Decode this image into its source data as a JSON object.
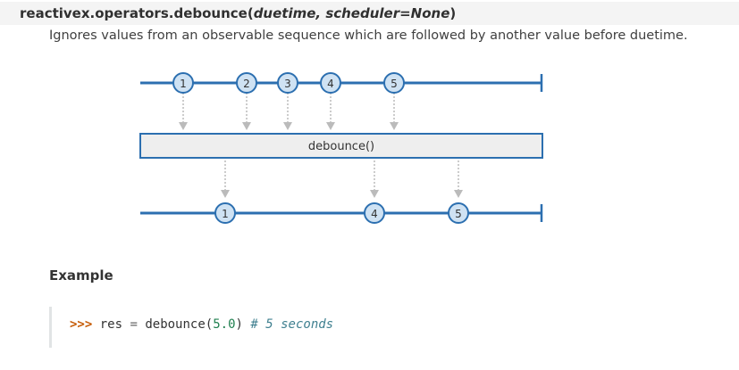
{
  "header": {
    "signature_name": "reactivex.operators.debounce(",
    "signature_params": "duetime, scheduler=None",
    "signature_close": ")"
  },
  "description": "Ignores values from an observable sequence which are followed by another value before duetime.",
  "diagram": {
    "operator_label": "debounce()",
    "input_items": [
      "1",
      "2",
      "3",
      "4",
      "5"
    ],
    "output_items": [
      "1",
      "4",
      "5"
    ]
  },
  "example": {
    "heading": "Example",
    "prompt": ">>>",
    "var": "res",
    "eq": "=",
    "func": "debounce",
    "open_paren": "(",
    "arg": "5.0",
    "close_paren": ")",
    "comment": "# 5 seconds"
  }
}
